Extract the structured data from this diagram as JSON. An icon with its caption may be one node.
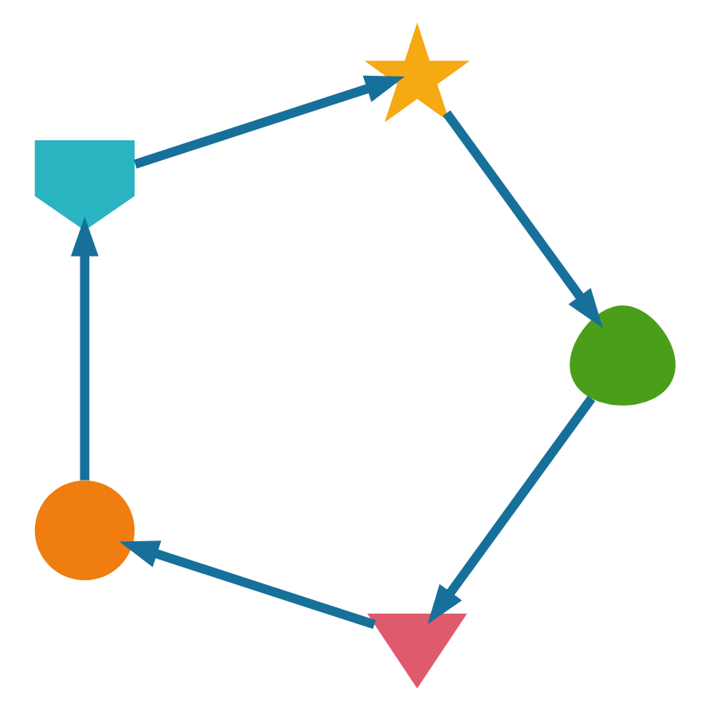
{
  "diagram": {
    "nodes": [
      {
        "text": [],
        "shape": "heart"
      },
      {
        "text": [],
        "shape": "sun"
      },
      {
        "text": [],
        "shape": "bird"
      },
      {
        "text": [],
        "shape": "star"
      },
      {
        "text": [],
        "shape": "leaf"
      }
    ],
    "edges": [
      {
        "from": 0,
        "to": 1,
        "arrow": "to"
      },
      {
        "from": 1,
        "to": 2,
        "arrow": "to"
      },
      {
        "from": 2,
        "to": 3,
        "arrow": "to"
      },
      {
        "from": 3,
        "to": 4,
        "arrow": "to"
      },
      {
        "from": 4,
        "to": 0,
        "arrow": "to"
      }
    ]
  }
}
